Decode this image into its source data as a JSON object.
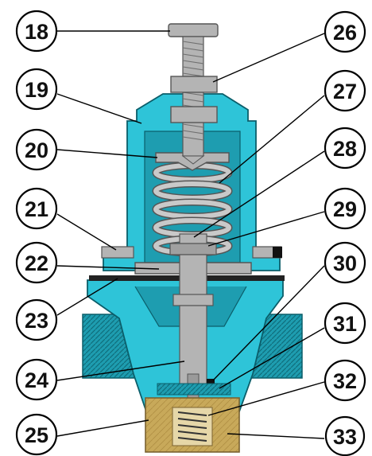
{
  "diagram": {
    "colors": {
      "body": "#2ec4d8",
      "body_dark": "#1e9db0",
      "steel": "#b4b4b4",
      "steel_dark": "#7a7a7a",
      "brass": "#c8a95a",
      "gasket": "#222222"
    },
    "callouts": [
      {
        "id": "18",
        "label": "18",
        "points_to": "adjusting-screw"
      },
      {
        "id": "19",
        "label": "19",
        "points_to": "bonnet"
      },
      {
        "id": "20",
        "label": "20",
        "points_to": "spring-plate-upper"
      },
      {
        "id": "21",
        "label": "21",
        "points_to": "bonnet-ring"
      },
      {
        "id": "22",
        "label": "22",
        "points_to": "diaphragm-plate"
      },
      {
        "id": "23",
        "label": "23",
        "points_to": "diaphragm"
      },
      {
        "id": "24",
        "label": "24",
        "points_to": "valve-stem"
      },
      {
        "id": "25",
        "label": "25",
        "points_to": "body-bottom-thread"
      },
      {
        "id": "26",
        "label": "26",
        "points_to": "lock-nut"
      },
      {
        "id": "27",
        "label": "27",
        "points_to": "spring"
      },
      {
        "id": "28",
        "label": "28",
        "points_to": "stem-nut"
      },
      {
        "id": "29",
        "label": "29",
        "points_to": "washer"
      },
      {
        "id": "30",
        "label": "30",
        "points_to": "o-ring"
      },
      {
        "id": "31",
        "label": "31",
        "points_to": "valve-seat"
      },
      {
        "id": "32",
        "label": "32",
        "points_to": "return-spring"
      },
      {
        "id": "33",
        "label": "33",
        "points_to": "bottom-plug"
      }
    ]
  }
}
